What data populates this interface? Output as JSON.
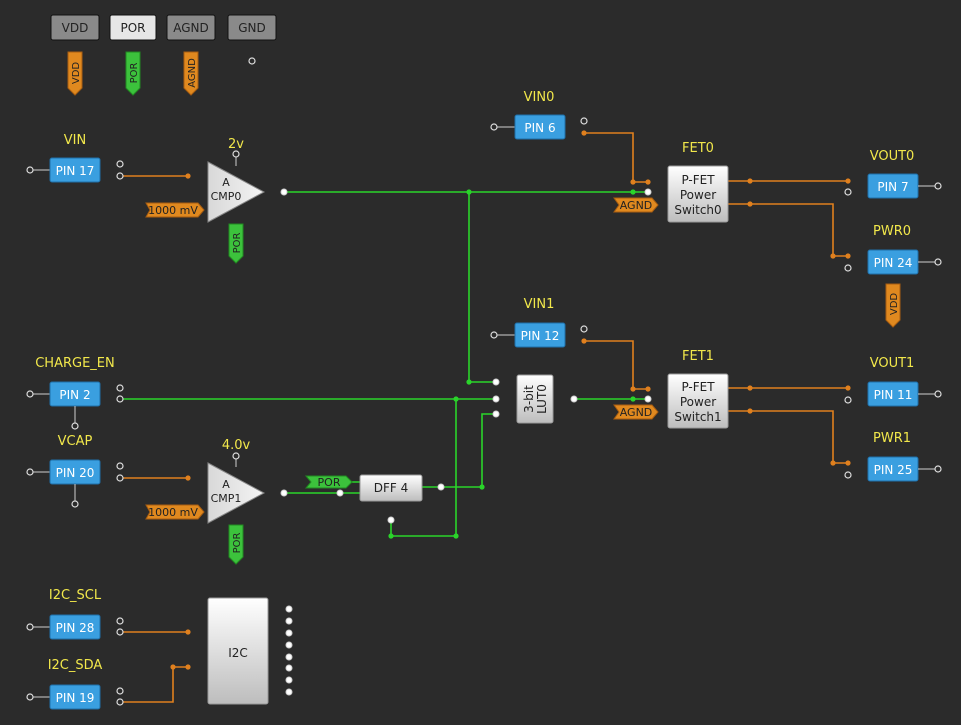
{
  "rails": [
    "VDD",
    "POR",
    "AGND",
    "GND"
  ],
  "rail_tags": [
    "VDD",
    "POR",
    "AGND"
  ],
  "net_labels": {
    "vin": "VIN",
    "charge_en": "CHARGE_EN",
    "vcap": "VCAP",
    "i2c_scl": "I2C_SCL",
    "i2c_sda": "I2C_SDA",
    "vin0": "VIN0",
    "vin1": "VIN1",
    "fet0": "FET0",
    "fet1": "FET1",
    "vout0": "VOUT0",
    "pwr0": "PWR0",
    "vout1": "VOUT1",
    "pwr1": "PWR1",
    "cmp0_th": "2v",
    "cmp1_th": "4.0v"
  },
  "pins": {
    "pin17": "PIN 17",
    "pin2": "PIN 2",
    "pin20": "PIN 20",
    "pin28": "PIN 28",
    "pin19": "PIN 19",
    "pin6": "PIN 6",
    "pin12": "PIN 12",
    "pin7": "PIN 7",
    "pin24": "PIN 24",
    "pin11": "PIN 11",
    "pin25": "PIN 25"
  },
  "blocks": {
    "cmp0": [
      "A",
      "CMP0"
    ],
    "cmp1": [
      "A",
      "CMP1"
    ],
    "fet0": [
      "P-FET",
      "Power",
      "Switch0"
    ],
    "fet1": [
      "P-FET",
      "Power",
      "Switch1"
    ],
    "lut0": [
      "3-bit",
      "LUT0"
    ],
    "dff4": "DFF 4",
    "i2c": "I2C"
  },
  "tags": {
    "mv0": "1000 mV",
    "mv1": "1000 mV",
    "agnd0": "AGND",
    "agnd1": "AGND",
    "por_cmp0": "POR",
    "por_cmp1": "POR",
    "por_dff": "POR",
    "vdd_pwr0": "VDD"
  },
  "colors": {
    "background": "#2b2b2b",
    "pin": "#3a9fe0",
    "wire_green": "#2ad42a",
    "wire_orange": "#e0801e",
    "label": "#f2e84b"
  }
}
